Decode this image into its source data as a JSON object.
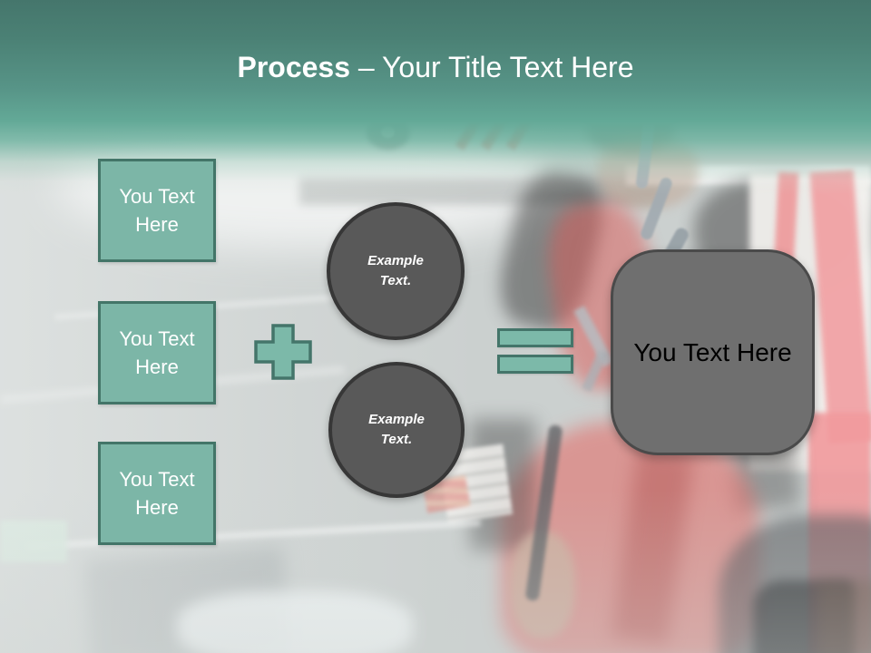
{
  "title": {
    "lead": "Process",
    "rest": " – Your Title Text Here"
  },
  "input_boxes": [
    {
      "label": "You Text Here"
    },
    {
      "label": "You Text Here"
    },
    {
      "label": "You Text Here"
    }
  ],
  "operator_icons": {
    "plus": "plus-icon",
    "equals": "equals-icon"
  },
  "circles": [
    {
      "label": "Example Text."
    },
    {
      "label": "Example Text."
    }
  ],
  "result_box": {
    "label": "You Text Here"
  },
  "colors": {
    "header_teal_dark": "#45766c",
    "header_teal_light": "#68b09c",
    "shape_teal_fill": "#7cb6a7",
    "shape_teal_border": "#437568",
    "circle_fill": "#595959",
    "circle_border": "#373737",
    "result_fill": "#6f6f6f",
    "result_border": "#4a4a4a",
    "title_color": "#ffffff",
    "box_text_color": "#ffffff",
    "circle_text_color": "#ffffff",
    "result_text_color": "#000000"
  }
}
